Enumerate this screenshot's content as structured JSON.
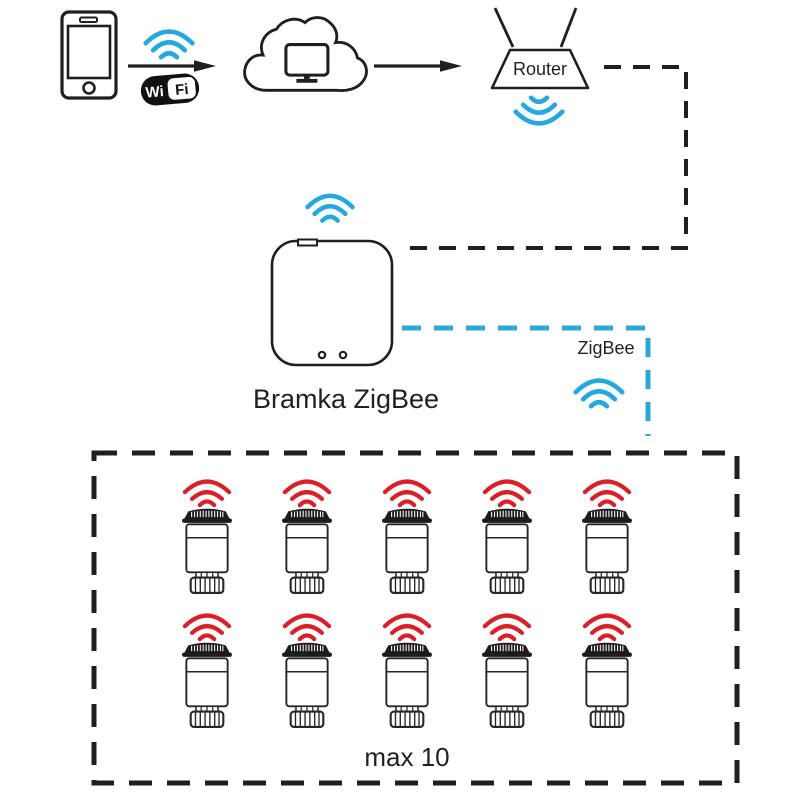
{
  "colors": {
    "ink": "#1f1f1f",
    "wifi_blue": "#25a8e0",
    "wifi_red": "#dc1f26"
  },
  "flow": {
    "wifi_badge": {
      "wi": "Wi",
      "fi": "Fi"
    },
    "router_label": "Router"
  },
  "gateway_label": "Bramka ZigBee",
  "zigbee_label": "ZigBee",
  "valves": {
    "label": "max 10",
    "count": 10,
    "rows": 2,
    "per_row": 5
  },
  "icons": {
    "smartphone": "smartphone-icon",
    "wifi_signal": "wifi-signal-icon",
    "cloud": "cloud-server-icon",
    "router": "router-icon",
    "gateway": "zigbee-gateway-icon",
    "thermostat": "radiator-thermostat-icon"
  }
}
